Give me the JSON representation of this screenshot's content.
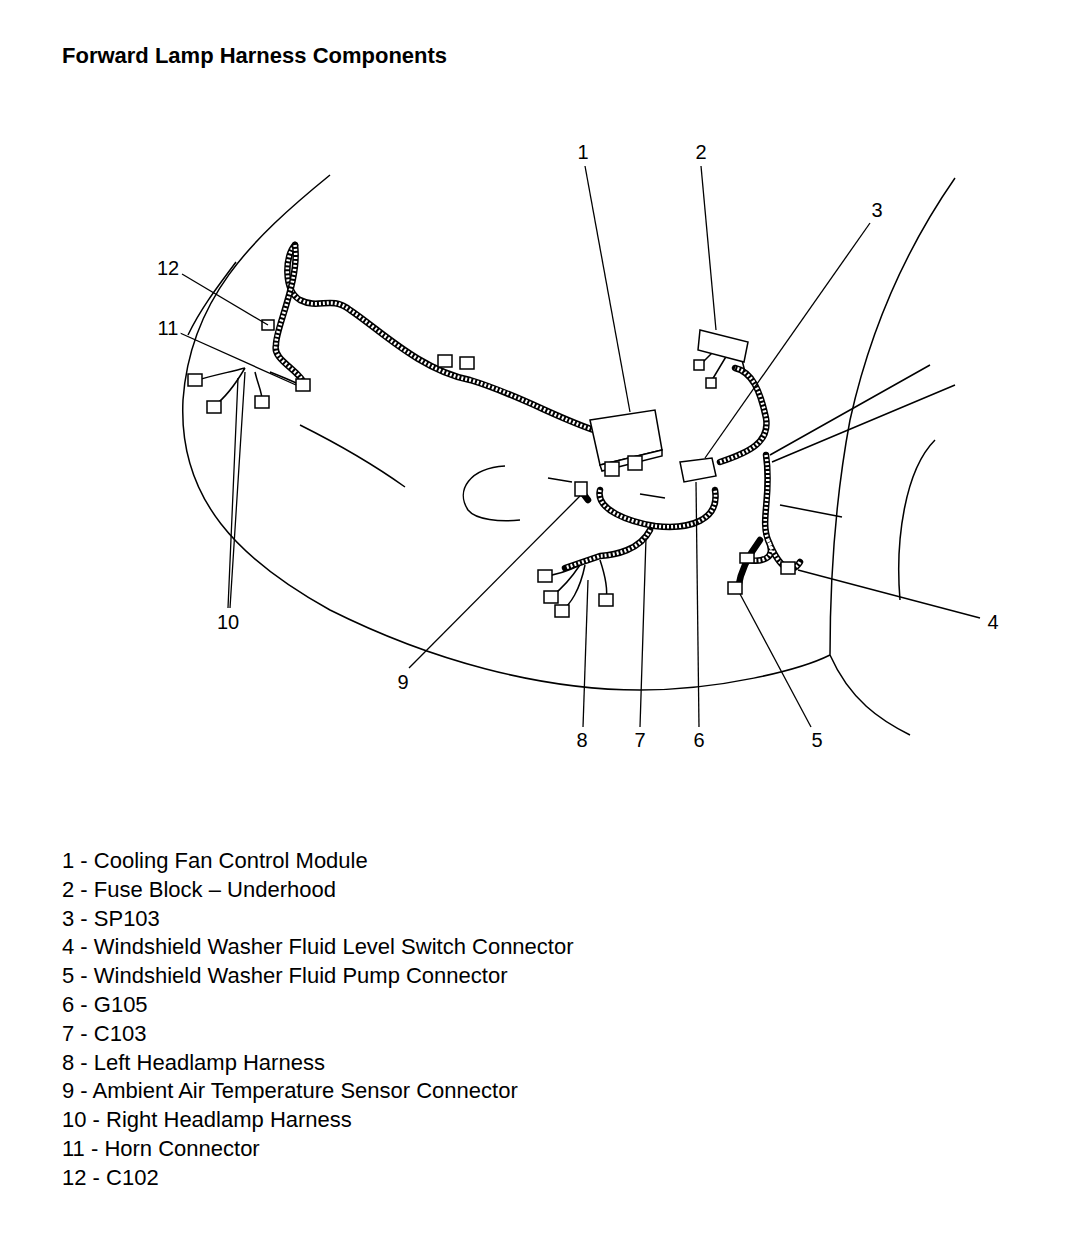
{
  "diagram": {
    "title": "Forward Lamp Harness Components",
    "labels": [
      "1",
      "2",
      "3",
      "4",
      "5",
      "6",
      "7",
      "8",
      "9",
      "10",
      "11",
      "12",
      "1 - Cooling Fan Control Module",
      "2 - Fuse Block – Underhood",
      "3 - SP103",
      "4 - Windshield Washer Fluid Level Switch Connector",
      "5 - Windshield Washer Fluid Pump Connector",
      "6 - G105",
      "7 - C103",
      "8 - Left Headlamp Harness",
      "9 - Ambient Air Temperature Sensor Connector",
      "10 - Right Headlamp Harness",
      "11 - Horn Connector",
      "12 - C102"
    ]
  }
}
